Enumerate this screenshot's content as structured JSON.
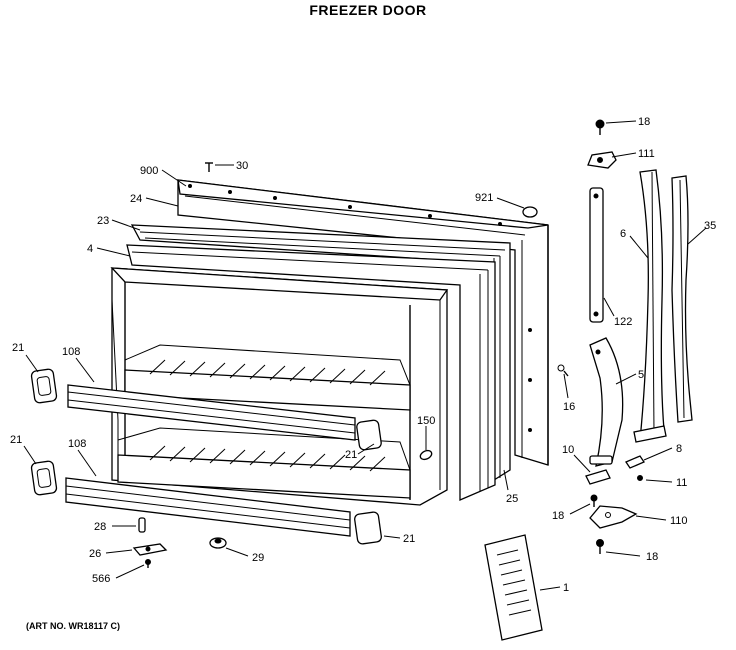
{
  "title": "FREEZER DOOR",
  "art_number": "(ART NO. WR18117 C)",
  "callouts": {
    "c900": "900",
    "c30": "30",
    "c24": "24",
    "c23": "23",
    "c4": "4",
    "c921": "921",
    "c18a": "18",
    "c111": "111",
    "c6": "6",
    "c35": "35",
    "c122": "122",
    "c5": "5",
    "c16": "16",
    "c21a": "21",
    "c108a": "108",
    "c21b": "21",
    "c108b": "108",
    "c150": "150",
    "c21c": "21",
    "c25": "25",
    "c10": "10",
    "c8": "8",
    "c11": "11",
    "c18b": "18",
    "c110": "110",
    "c18c": "18",
    "c28": "28",
    "c26": "26",
    "c566": "566",
    "c29": "29",
    "c21d": "21",
    "c1": "1"
  }
}
